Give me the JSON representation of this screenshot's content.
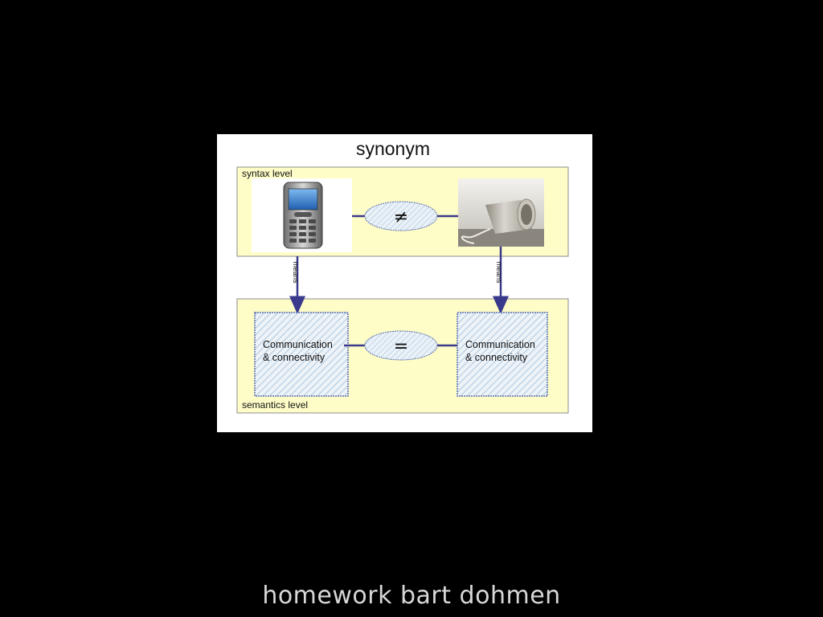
{
  "diagram": {
    "title": "synonym",
    "syntax_label": "syntax level",
    "semantics_label": "semantics level",
    "relation_syntax": "≠",
    "relation_semantics": "=",
    "means_left": "means",
    "means_right": "means",
    "concept_left": [
      "Communication",
      "& connectivity"
    ],
    "concept_right": [
      "Communication",
      "& connectivity"
    ],
    "images": [
      "mobile-phone",
      "tin-can-telephone"
    ]
  },
  "footer": {
    "text": "homework bart dohmen"
  },
  "colors": {
    "background": "#000000",
    "panel": "#ffffff",
    "level_fill": "#fefdc8",
    "connector": "#3a3a8c",
    "hatch": "#b7cfe2",
    "footer_text": "#d8d8d8"
  }
}
